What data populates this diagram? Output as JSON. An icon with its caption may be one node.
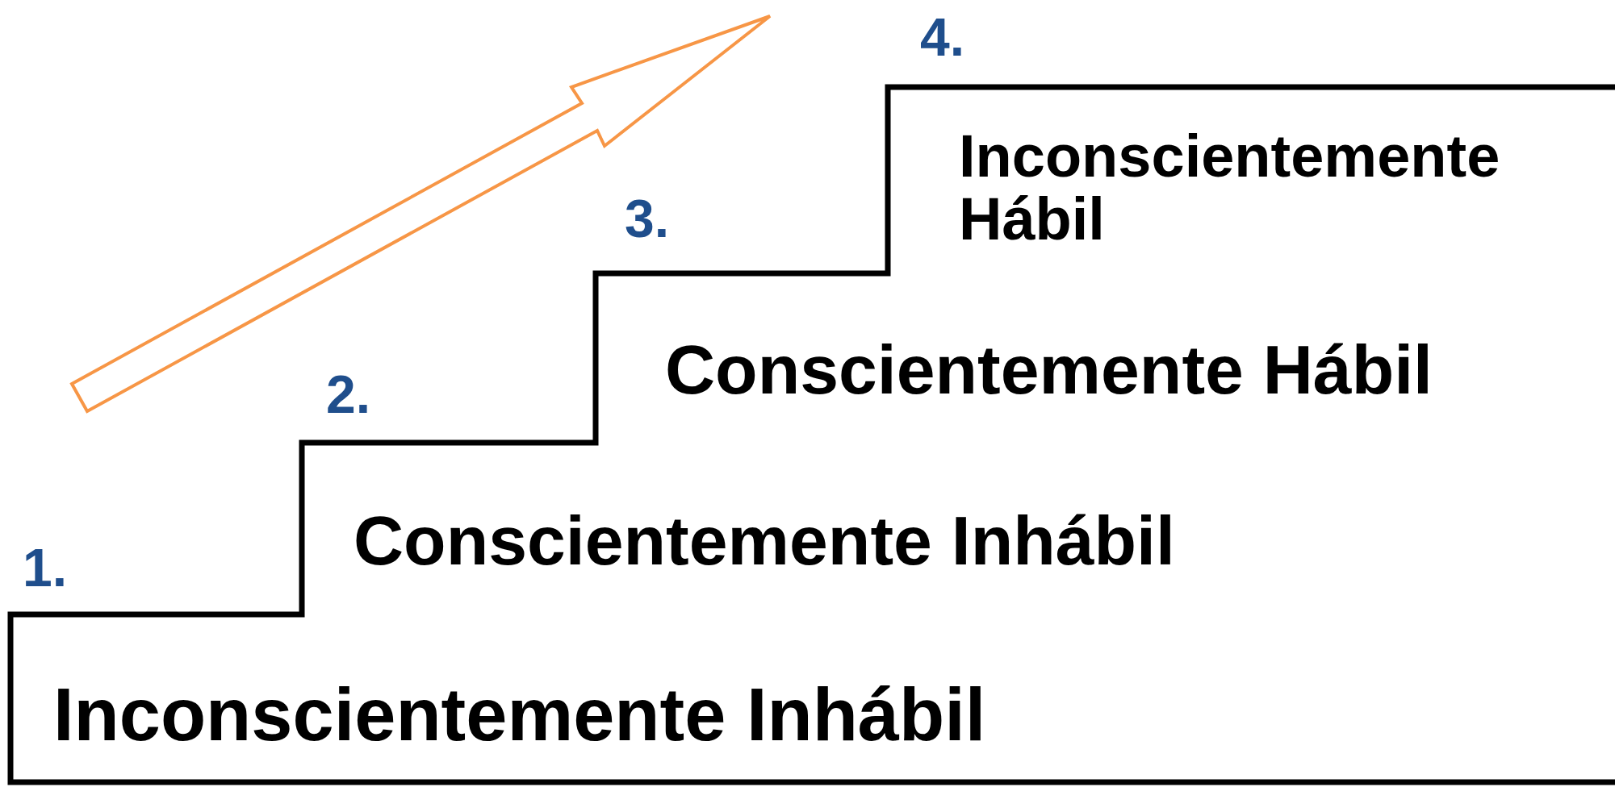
{
  "diagram": {
    "labels": [
      "1.",
      "Inconscientemente Inhábil",
      "2.",
      "Conscientemente Inhábil",
      "3.",
      "Conscientemente Hábil",
      "4.",
      "Inconscientemente Hábil"
    ]
  }
}
